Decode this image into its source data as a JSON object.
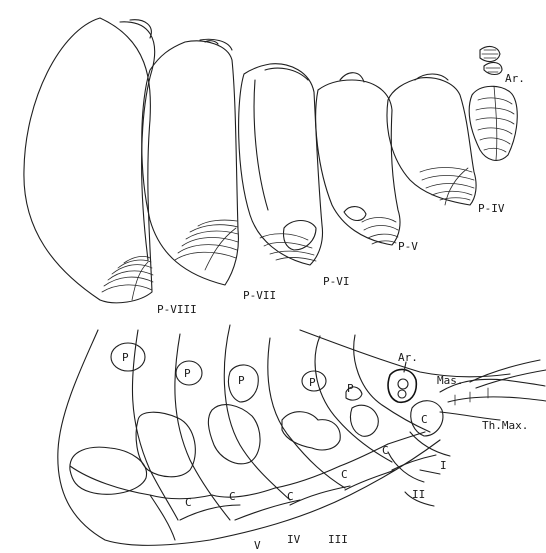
{
  "labels": {
    "ar_top": "Ar.",
    "p4": "P-IV",
    "p5": "P-V",
    "p6": "P-VI",
    "p7": "P-VII",
    "p8": "P-VIII",
    "ar_bottom": "Ar.",
    "mas": "Mas.",
    "thmax": "Th.Max.",
    "pouch_labels": [
      "P",
      "P",
      "P",
      "P",
      "P"
    ],
    "coxa_labels": [
      "C",
      "C",
      "C",
      "C",
      "C"
    ],
    "c_small": "C",
    "seg_I": "I",
    "seg_II": "II",
    "seg_III": "III",
    "seg_IV": "IV",
    "seg_V": "V"
  },
  "colors": {
    "ink": "#1f1f1f",
    "paper": "#ffffff",
    "hatch": "#222222"
  }
}
